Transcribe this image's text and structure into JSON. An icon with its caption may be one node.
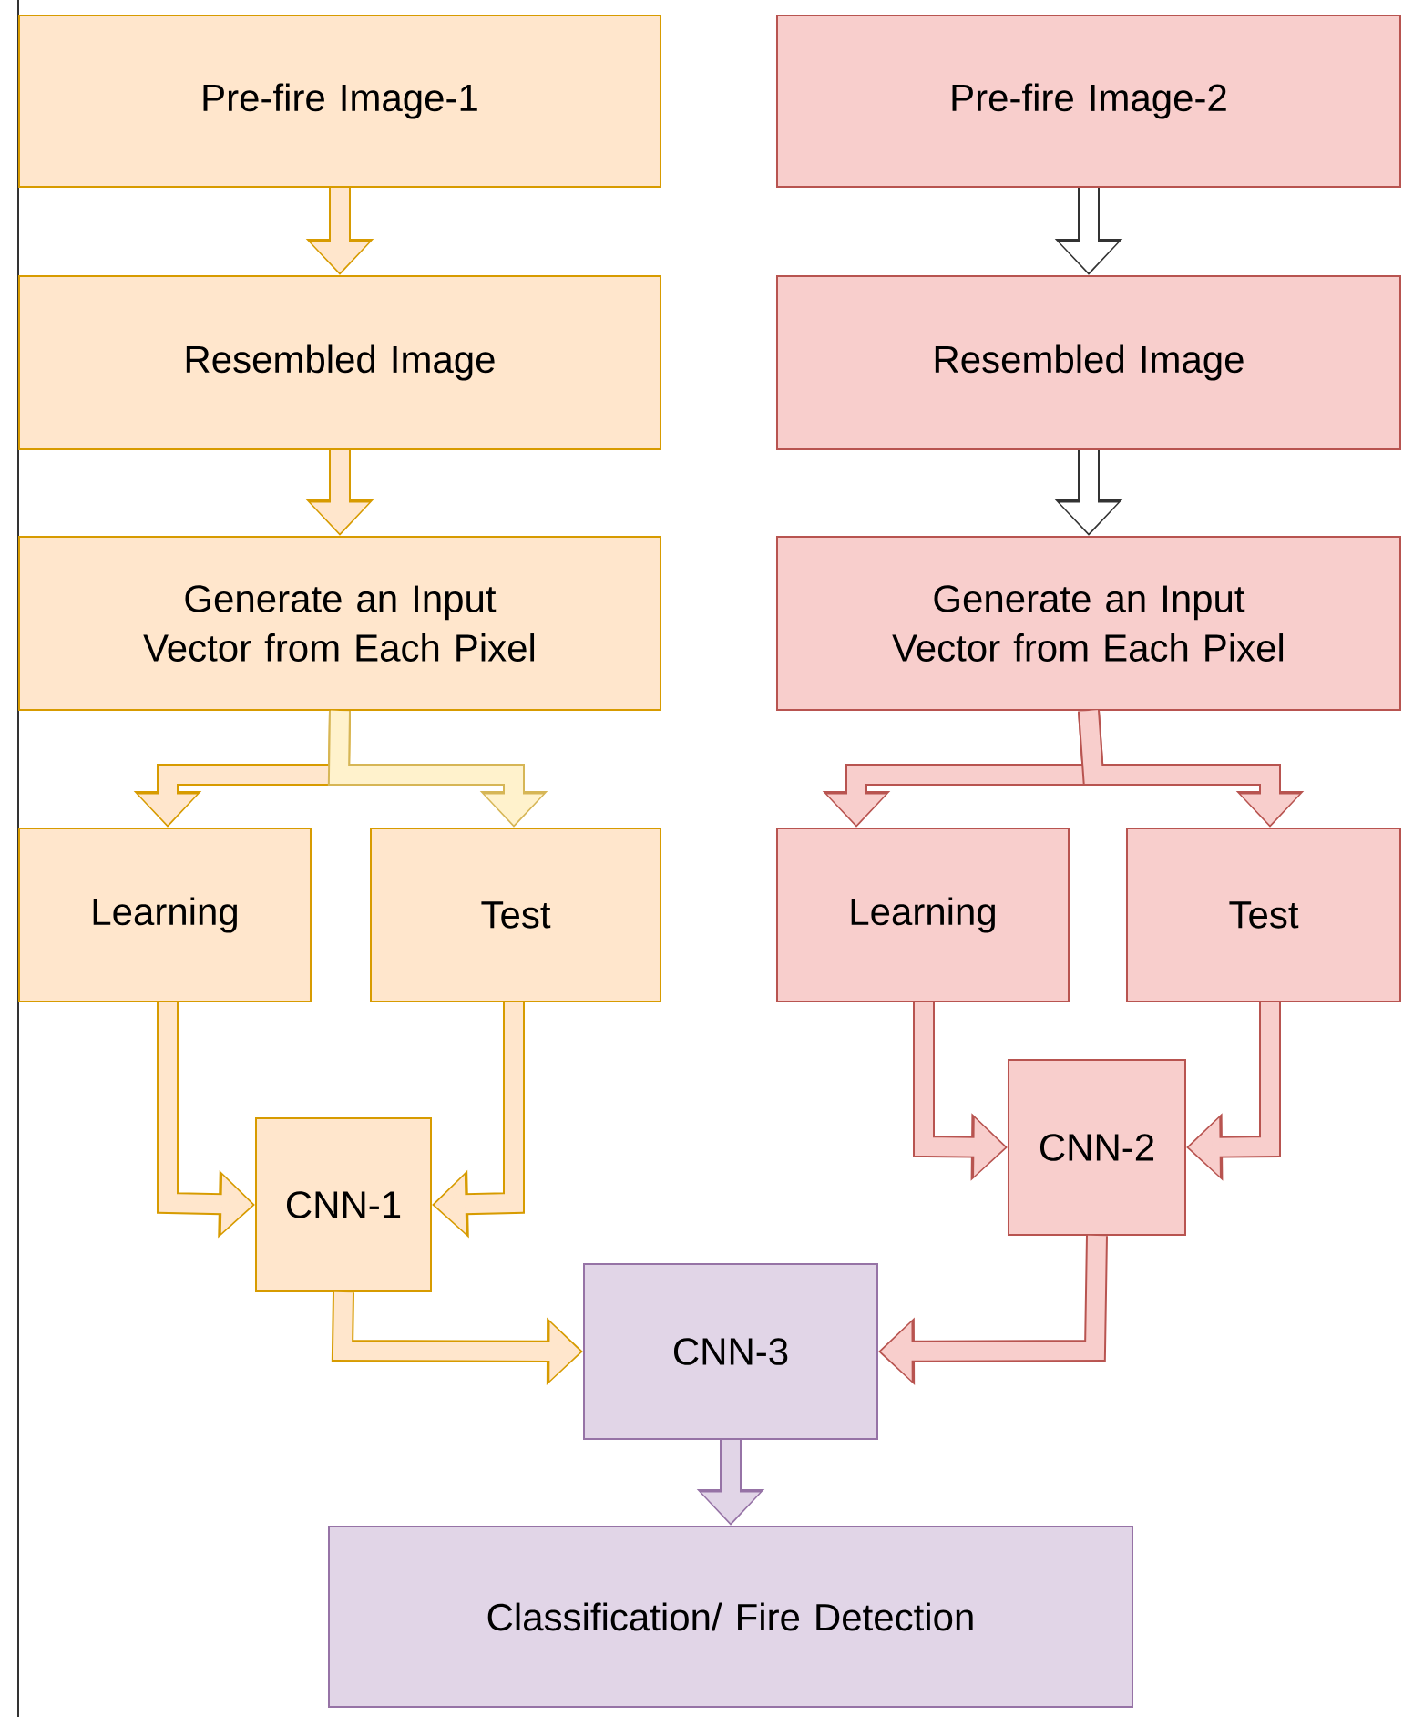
{
  "diagram": {
    "nodes": [
      {
        "text": [
          "Pre-fire Image-1"
        ]
      },
      {
        "text": [
          "Resembled Image"
        ]
      },
      {
        "text": [
          "Generate an Input Vector from Each Pixel"
        ]
      },
      {
        "text": [
          "Learning"
        ]
      },
      {
        "text": [
          "Test"
        ]
      },
      {
        "text": [
          "CNN-1"
        ]
      },
      {
        "text": [
          "Pre-fire Image-2"
        ]
      },
      {
        "text": [
          "Resembled Image"
        ]
      },
      {
        "text": [
          "Generate an Input Vector from Each Pixel"
        ]
      },
      {
        "text": [
          "Learning"
        ]
      },
      {
        "text": [
          "Test"
        ]
      },
      {
        "text": [
          "CNN-2"
        ]
      },
      {
        "text": [
          "CNN-3"
        ]
      },
      {
        "text": [
          "Classification/ Fire Detection"
        ]
      }
    ],
    "edges": [
      {
        "from": 0,
        "to": 1,
        "arrow": "to"
      },
      {
        "from": 1,
        "to": 2,
        "arrow": "to"
      },
      {
        "from": 2,
        "to": 3,
        "arrow": "to"
      },
      {
        "from": 2,
        "to": 4,
        "arrow": "to",
        "color": "#fff2cc"
      },
      {
        "from": 3,
        "to": 5,
        "arrow": "to"
      },
      {
        "from": 4,
        "to": 5,
        "arrow": "to"
      },
      {
        "from": 5,
        "to": 12,
        "arrow": "to"
      },
      {
        "from": 6,
        "to": 7,
        "arrow": "to",
        "color": "#ffffff"
      },
      {
        "from": 7,
        "to": 8,
        "arrow": "to",
        "color": "#ffffff"
      },
      {
        "from": 8,
        "to": 9,
        "arrow": "to",
        "color": "#f8cecc"
      },
      {
        "from": 8,
        "to": 10,
        "arrow": "to",
        "color": "#f8cecc"
      },
      {
        "from": 9,
        "to": 11,
        "arrow": "to",
        "color": "#f8cecc"
      },
      {
        "from": 10,
        "to": 11,
        "arrow": "to",
        "color": "#f8cecc"
      },
      {
        "from": 11,
        "to": 12,
        "arrow": "to",
        "color": "#f8cecc"
      },
      {
        "from": 12,
        "to": 13,
        "arrow": "to",
        "color": "#e1d5e7"
      }
    ]
  }
}
